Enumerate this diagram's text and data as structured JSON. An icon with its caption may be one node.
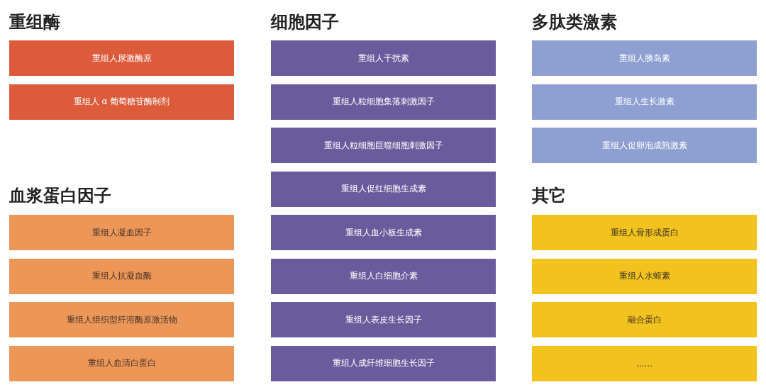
{
  "diagram": {
    "nodes": [
      {
        "text": [
          "重组人尿激酶原"
        ]
      },
      {
        "text": [
          "重组人 α 葡萄糖苷酶制剂"
        ]
      },
      {
        "text": [
          "重组人凝血因子"
        ]
      },
      {
        "text": [
          "重组人抗凝血酶"
        ]
      },
      {
        "text": [
          "重组人组织型纤溶酶原激活物"
        ]
      },
      {
        "text": [
          "重组人血清白蛋白"
        ]
      },
      {
        "text": [
          "重组人干扰素"
        ]
      },
      {
        "text": [
          "重组人粒细胞集落刺激因子"
        ]
      },
      {
        "text": [
          "重组人粒细胞巨噬细胞刺激因子"
        ]
      },
      {
        "text": [
          "重组人促红细胞生成素"
        ]
      },
      {
        "text": [
          "重组人血小板生成素"
        ]
      },
      {
        "text": [
          "重组人白细胞介素"
        ]
      },
      {
        "text": [
          "重组人表皮生长因子"
        ]
      },
      {
        "text": [
          "重组人成纤维细胞生长因子"
        ]
      },
      {
        "text": [
          "重组人胰岛素"
        ]
      },
      {
        "text": [
          "重组人生长激素"
        ]
      },
      {
        "text": [
          "重组人促卵泡成熟激素"
        ]
      },
      {
        "text": [
          "重组人骨形成蛋白"
        ]
      },
      {
        "text": [
          "重组人水蛭素"
        ]
      },
      {
        "text": [
          "融合蛋白"
        ]
      },
      {
        "text": [
          "......"
        ]
      }
    ],
    "labels": [
      "重组酶",
      "细胞因子",
      "多肽类激素",
      "血浆蛋白因子",
      "其它"
    ]
  }
}
